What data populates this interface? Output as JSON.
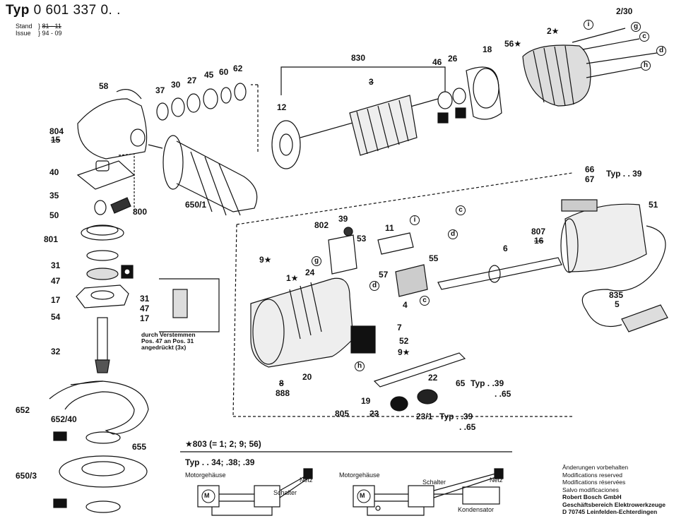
{
  "header": {
    "typ_label": "Typ",
    "typ_number": "0 601 337 0. .",
    "stand_label": "Stand",
    "stand_value": "81 - 11",
    "issue_label": "Issue",
    "issue_value": "94 - 09"
  },
  "parts": {
    "p58": "58",
    "p37": "37",
    "p30": "30",
    "p27": "27",
    "p45": "45",
    "p60": "60",
    "p62": "62",
    "p804": "804",
    "p15": "15",
    "p40": "40",
    "p35": "35",
    "p50": "50",
    "p800": "800",
    "p650_1": "650/1",
    "p801": "801",
    "p31": "31",
    "p47": "47",
    "p17": "17",
    "p54": "54",
    "p32": "32",
    "p652": "652",
    "p652_40": "652/40",
    "p655": "655",
    "p650_3": "650/3",
    "p830": "830",
    "p3": "3",
    "p12": "12",
    "p46": "46",
    "p26": "26",
    "p18": "18",
    "p56s": "56★",
    "p2s": "2★",
    "p2_30": "2/30",
    "p66": "66",
    "p67": "67",
    "typ39a": "Typ . . 39",
    "p51": "51",
    "p807": "807",
    "p16": "16",
    "p6": "6",
    "p835": "835",
    "p5": "5",
    "p802": "802",
    "p39": "39",
    "p53": "53",
    "p11": "11",
    "p24": "24",
    "p55": "55",
    "p57": "57",
    "p4": "4",
    "p9s": "9★",
    "p1s": "1★",
    "p7": "7",
    "p52": "52",
    "p9s2": "9★",
    "p8": "8",
    "p888": "888",
    "p20": "20",
    "p22": "22",
    "p65": "65",
    "typ39b": "Typ . .39",
    "typ65b": ". .65",
    "p19": "19",
    "p805": "805",
    "p23": "23",
    "p23_1": "23/1",
    "typ39c": "Typ . .39",
    "typ65c": ". .65",
    "c31": "31",
    "c47": "47",
    "c17": "17"
  },
  "circles": {
    "i": "i",
    "g": "g",
    "c": "c",
    "d": "d",
    "h": "h"
  },
  "inset_note": {
    "line1": "durch Verstemmen",
    "line2": "Pos. 47 an Pos. 31",
    "line3": "angedrückt  (3x)"
  },
  "legend": {
    "kit": "★803 (= 1; 2; 9; 56)"
  },
  "wiring": {
    "typ_text": "Typ . . 34; .38; .39",
    "motor_housing_1": "Motorgehäuse",
    "switch_1": "Schalter",
    "netz_1": "Netz",
    "motor_housing_2": "Motorgehäuse",
    "switch_2": "Schalter",
    "netz_2": "Netz",
    "capacitor": "Kondensator",
    "motor_symbol": "M"
  },
  "footer": {
    "l1": "Änderungen vorbehalten",
    "l2": "Modifications reserved",
    "l3": "Modifications réservées",
    "l4": "Salvo modificaciones",
    "l5": "Robert Bosch GmbH",
    "l6": "Geschäftsbereich Elektrowerkzeuge",
    "l7": "D 70745 Leinfelden-Echterdingen"
  },
  "colors": {
    "ink": "#111111",
    "paper": "#ffffff",
    "shade": "#555555"
  }
}
